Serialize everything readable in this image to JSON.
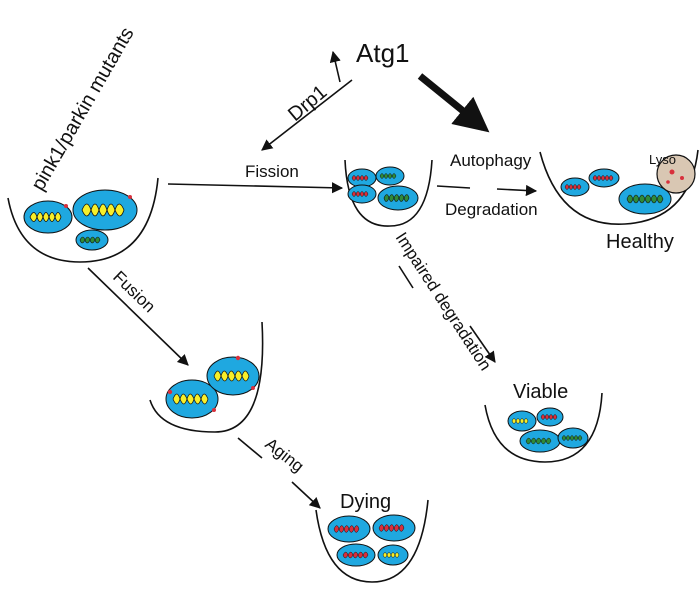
{
  "labels": {
    "mutants": "pink1/parkin mutants",
    "atg1": "Atg1",
    "drp1": "Drp1",
    "fission": "Fission",
    "autophagy": "Autophagy",
    "degradation": "Degradation",
    "lyso": "Lyso",
    "healthy": "Healthy",
    "fusion": "Fusion",
    "impaired": "Impaired degradation",
    "viable": "Viable",
    "aging": "Aging",
    "dying": "Dying"
  },
  "colors": {
    "mito_outer": "#1fa8e0",
    "yellow_cristae": "#f7ef2a",
    "red_cristae": "#d8303c",
    "green_cristae": "#2e8b3a",
    "lysosome": "#d9c7b3",
    "line": "#111111"
  }
}
